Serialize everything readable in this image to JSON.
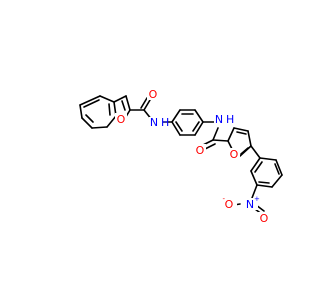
{
  "molecule": {
    "atoms": {
      "O_benzofuran": "O",
      "O_amide1": "O",
      "N_amide1": "N",
      "H_amide1": "H",
      "N_amide2": "N",
      "H_amide2": "H",
      "O_amide2": "O",
      "O_furan": "O",
      "N_nitro": "N",
      "N_nitro_charge": "+",
      "O_nitro_left": "O",
      "O_nitro_right": "O",
      "O_nitro_charge": "-"
    },
    "colors": {
      "carbon_bond": "#000000",
      "oxygen": "#ff0000",
      "nitrogen": "#0000ff"
    }
  }
}
